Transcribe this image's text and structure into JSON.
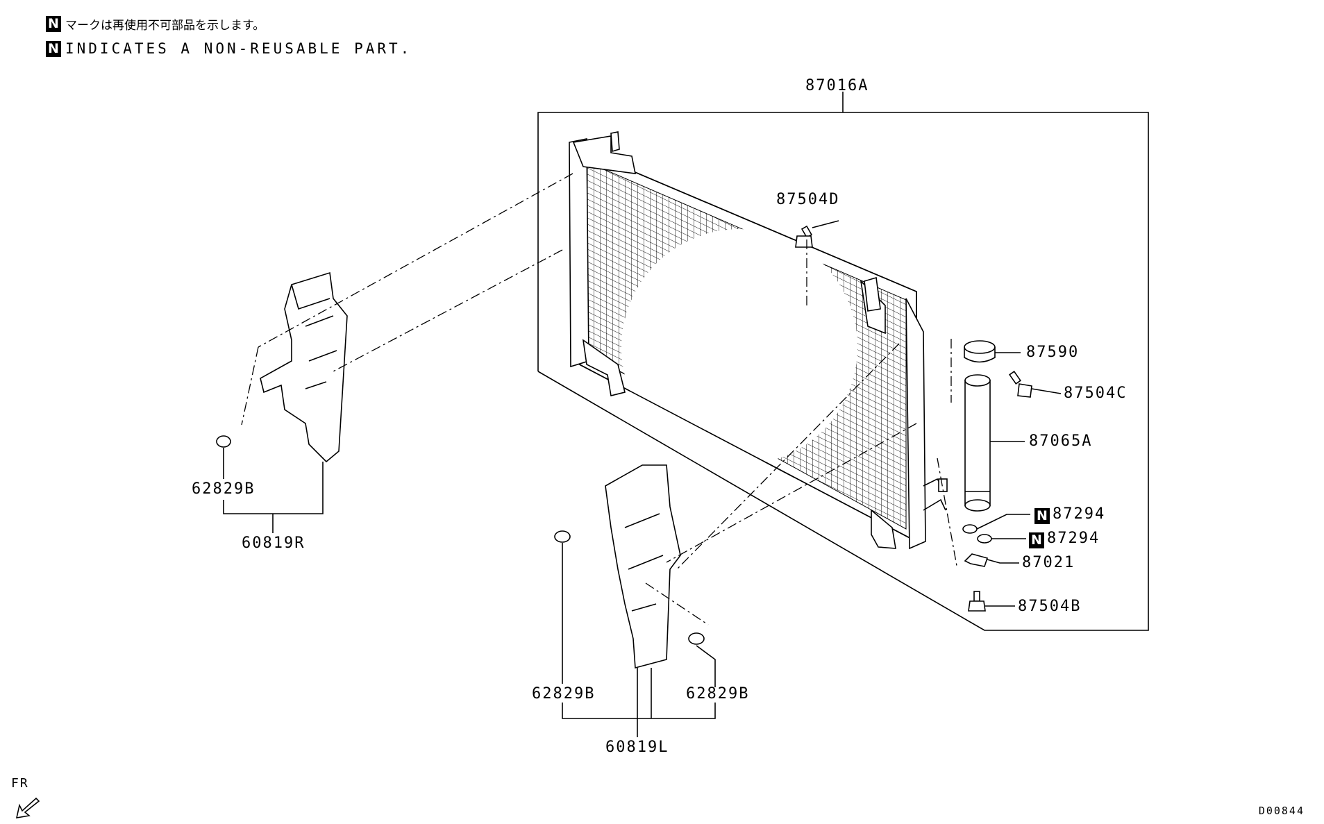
{
  "legend": {
    "jp_text": "マークは再使用不可部品を示します。",
    "en_text": "INDICATES A NON-REUSABLE PART.",
    "mark": "N"
  },
  "labels": {
    "condenser_assy": "87016A",
    "bolt_top": "87504D",
    "bracket": "87590",
    "bolt_bracket": "87504C",
    "receiver_tank": "87065A",
    "oring_1": "87294",
    "oring_2": "87294",
    "clip": "87021",
    "bolt_bottom": "87504B",
    "clip_right_duct": "62829B",
    "right_duct": "60819R",
    "clip_left_duct_a": "62829B",
    "clip_left_duct_b": "62829B",
    "left_duct": "60819L"
  },
  "direction": "FR",
  "diagram_code": "D00844"
}
